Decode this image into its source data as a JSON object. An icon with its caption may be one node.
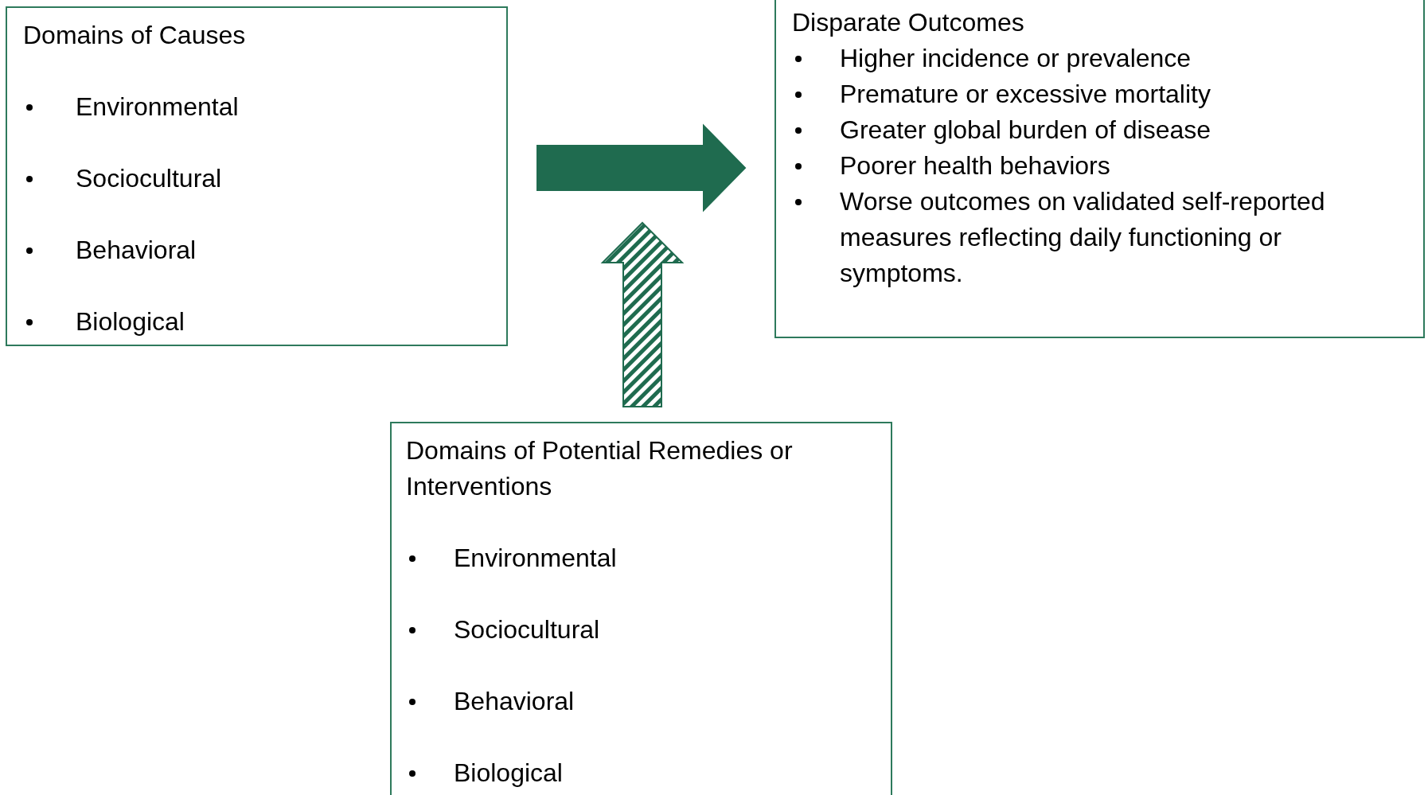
{
  "diagram": {
    "nodes": [
      {
        "text": [
          "Domains of Causes",
          "Environmental",
          "Sociocultural",
          "Behavioral",
          "Biological"
        ]
      },
      {
        "text": [
          "Disparate Outcomes",
          "Higher incidence or prevalence",
          "Premature or excessive mortality",
          "Greater global burden of disease",
          "Poorer health behaviors",
          "Worse outcomes on validated self-reported measures reflecting daily functioning or symptoms."
        ]
      },
      {
        "text": [
          "Domains of Potential Remedies or Interventions",
          "Environmental",
          "Sociocultural",
          "Behavioral",
          "Biological"
        ]
      }
    ],
    "edges": [
      {
        "from": 0,
        "to": 1,
        "arrow": "to"
      },
      {
        "from": 2,
        "to": null,
        "arrow": "to"
      }
    ]
  }
}
